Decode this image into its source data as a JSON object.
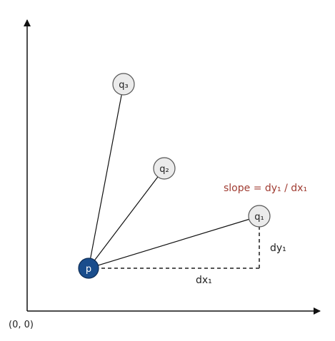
{
  "origin_label": "(0, 0)",
  "slope_label": "slope = dy₁ / dx₁",
  "dx_label": "dx₁",
  "dy_label": "dy₁",
  "nodes": {
    "p": "p",
    "q1": "q₁",
    "q2": "q₂",
    "q3": "q₃"
  },
  "colors": {
    "p_fill": "#1a4d8c",
    "q_fill": "#ebebeb",
    "slope_text": "#a03c32",
    "line": "#111111",
    "dashed": "#555555"
  }
}
